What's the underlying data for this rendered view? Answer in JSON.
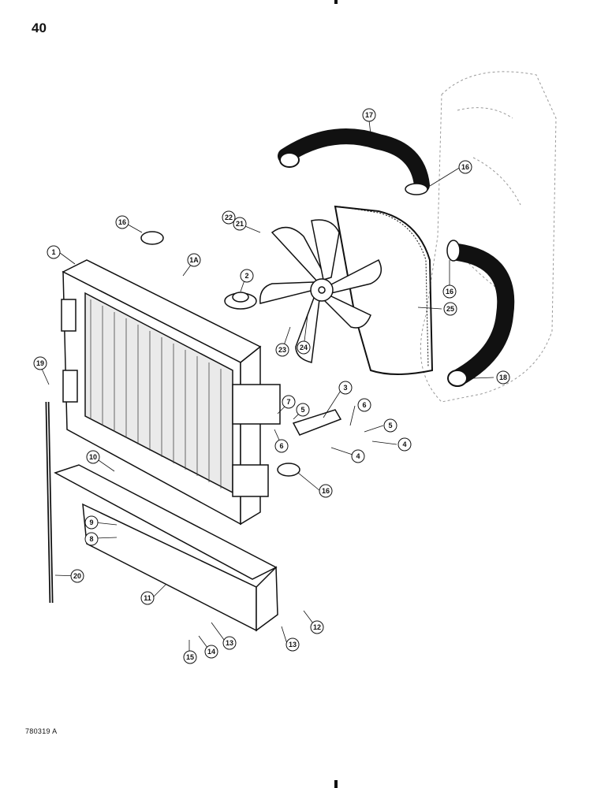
{
  "page": {
    "number": "40",
    "figure_code": "780319 A"
  },
  "callouts": [
    {
      "label": "1"
    },
    {
      "label": "1A"
    },
    {
      "label": "2"
    },
    {
      "label": "3"
    },
    {
      "label": "4"
    },
    {
      "label": "4"
    },
    {
      "label": "5"
    },
    {
      "label": "5"
    },
    {
      "label": "6"
    },
    {
      "label": "6"
    },
    {
      "label": "7"
    },
    {
      "label": "8"
    },
    {
      "label": "9"
    },
    {
      "label": "10"
    },
    {
      "label": "11"
    },
    {
      "label": "12"
    },
    {
      "label": "13"
    },
    {
      "label": "13"
    },
    {
      "label": "14"
    },
    {
      "label": "15"
    },
    {
      "label": "16"
    },
    {
      "label": "16"
    },
    {
      "label": "16"
    },
    {
      "label": "16"
    },
    {
      "label": "17"
    },
    {
      "label": "18"
    },
    {
      "label": "19"
    },
    {
      "label": "20"
    },
    {
      "label": "21"
    },
    {
      "label": "22"
    },
    {
      "label": "23"
    },
    {
      "label": "24"
    },
    {
      "label": "25"
    }
  ]
}
